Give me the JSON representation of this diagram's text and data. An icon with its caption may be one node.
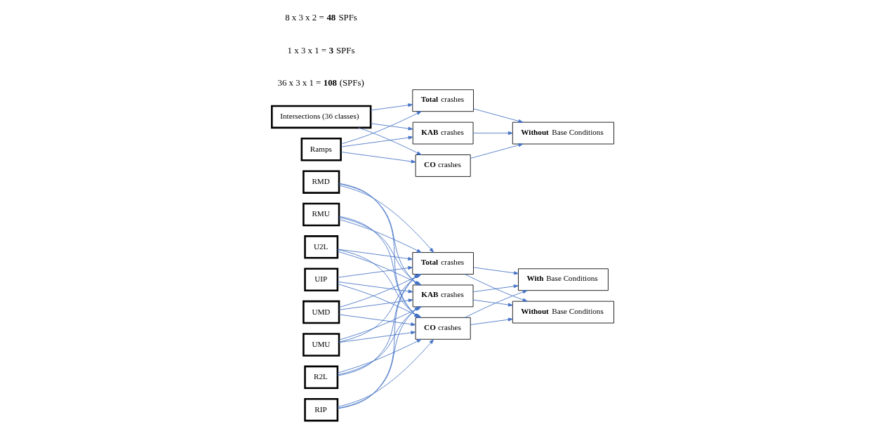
{
  "diagram": {
    "nodes": [
      {
        "text": [
          "R2L"
        ]
      },
      {
        "text": [
          "RIP"
        ]
      },
      {
        "text": [
          "RMD"
        ]
      },
      {
        "text": [
          "RMU"
        ]
      },
      {
        "text": [
          "U2L"
        ]
      },
      {
        "text": [
          "UIP"
        ]
      },
      {
        "text": [
          "UMD"
        ]
      },
      {
        "text": [
          "UMU"
        ]
      },
      {
        "text": [
          "**Total** crashes"
        ]
      },
      {
        "text": [
          "**KAB** crashes"
        ]
      },
      {
        "text": [
          "**CO** crashes"
        ]
      },
      {
        "text": [
          "**With** Base Conditions"
        ]
      },
      {
        "text": [
          "**Without** Base Conditions"
        ]
      },
      {
        "text": [
          "Intersections (36 classes)"
        ]
      },
      {
        "text": [
          "Ramps"
        ]
      },
      {
        "text": [
          "**Total** crashes"
        ]
      },
      {
        "text": [
          "**KAB** crashes"
        ]
      },
      {
        "text": [
          "**CO** crashes"
        ]
      },
      {
        "text": [
          "**Without** Base Conditions"
        ]
      }
    ],
    "edges": [
      {
        "from": 0,
        "to": 8,
        "arrow": "to"
      },
      {
        "from": 0,
        "to": 9,
        "arrow": "to"
      },
      {
        "from": 0,
        "to": 10,
        "arrow": "to"
      },
      {
        "from": 1,
        "to": 8,
        "arrow": "to"
      },
      {
        "from": 1,
        "to": 9,
        "arrow": "to"
      },
      {
        "from": 1,
        "to": 10,
        "arrow": "to"
      },
      {
        "from": 2,
        "to": 8,
        "arrow": "to"
      },
      {
        "from": 2,
        "to": 9,
        "arrow": "to"
      },
      {
        "from": 2,
        "to": 10,
        "arrow": "to"
      },
      {
        "from": 3,
        "to": 8,
        "arrow": "to"
      },
      {
        "from": 3,
        "to": 9,
        "arrow": "to"
      },
      {
        "from": 3,
        "to": 10,
        "arrow": "to"
      },
      {
        "from": 4,
        "to": 8,
        "arrow": "to"
      },
      {
        "from": 4,
        "to": 9,
        "arrow": "to"
      },
      {
        "from": 4,
        "to": 10,
        "arrow": "to"
      },
      {
        "from": 5,
        "to": 8,
        "arrow": "to"
      },
      {
        "from": 5,
        "to": 9,
        "arrow": "to"
      },
      {
        "from": 5,
        "to": 10,
        "arrow": "to"
      },
      {
        "from": 6,
        "to": 8,
        "arrow": "to"
      },
      {
        "from": 6,
        "to": 9,
        "arrow": "to"
      },
      {
        "from": 6,
        "to": 10,
        "arrow": "to"
      },
      {
        "from": 7,
        "to": 8,
        "arrow": "to"
      },
      {
        "from": 7,
        "to": 9,
        "arrow": "to"
      },
      {
        "from": 7,
        "to": 10,
        "arrow": "to"
      },
      {
        "from": 8,
        "to": 11,
        "arrow": "to"
      },
      {
        "from": 8,
        "to": 12,
        "arrow": "to"
      },
      {
        "from": 9,
        "to": 11,
        "arrow": "to"
      },
      {
        "from": 9,
        "to": 12,
        "arrow": "to"
      },
      {
        "from": 10,
        "to": 11,
        "arrow": "to"
      },
      {
        "from": 10,
        "to": 12,
        "arrow": "to"
      },
      {
        "from": 13,
        "to": 15,
        "arrow": "to"
      },
      {
        "from": 13,
        "to": 16,
        "arrow": "to"
      },
      {
        "from": 13,
        "to": 17,
        "arrow": "to"
      },
      {
        "from": 14,
        "to": 15,
        "arrow": "to"
      },
      {
        "from": 14,
        "to": 16,
        "arrow": "to"
      },
      {
        "from": 14,
        "to": 17,
        "arrow": "to"
      },
      {
        "from": 15,
        "to": 18,
        "arrow": "to"
      },
      {
        "from": 16,
        "to": 18,
        "arrow": "to"
      },
      {
        "from": 17,
        "to": 18,
        "arrow": "to"
      }
    ],
    "labels": [
      "36 x 3 x 1 = **108** (SPFs)",
      "1 x 3 x 1 = **3** SPFs",
      "8 x 3 x 2 = **48** SPFs"
    ]
  }
}
